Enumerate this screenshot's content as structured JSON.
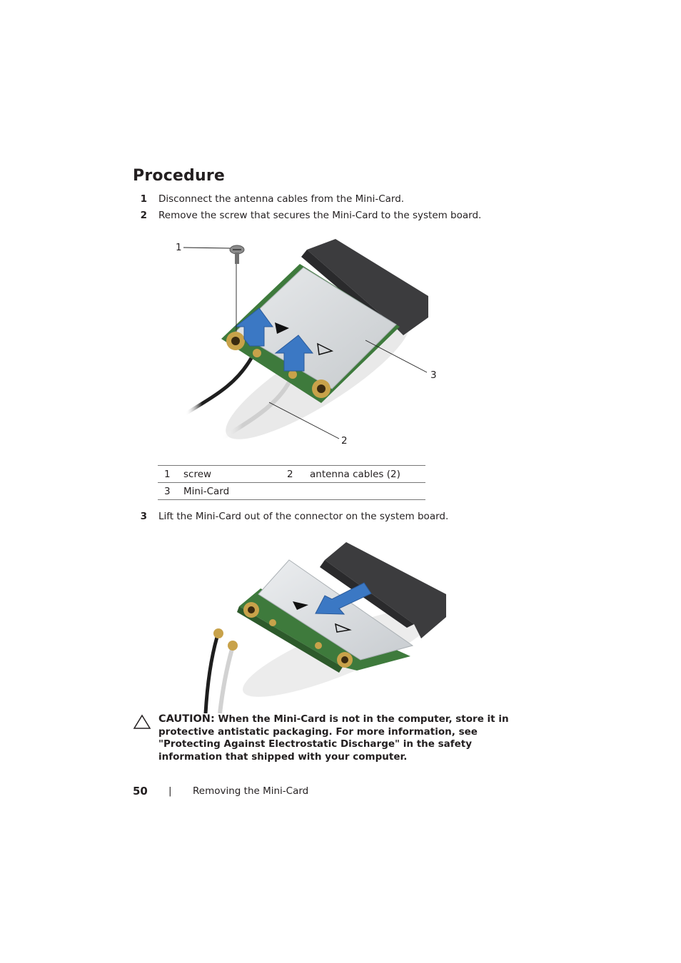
{
  "heading": "Procedure",
  "steps": [
    {
      "num": "1",
      "text": "Disconnect the antenna cables from the Mini-Card."
    },
    {
      "num": "2",
      "text": "Remove the screw that secures the Mini-Card to the system board."
    },
    {
      "num": "3",
      "text": "Lift the Mini-Card out of the connector on the system board."
    }
  ],
  "figure1": {
    "callouts": [
      "1",
      "2",
      "3"
    ]
  },
  "legend": {
    "rows": [
      {
        "n1": "1",
        "l1": "screw",
        "n2": "2",
        "l2": "antenna cables (2)"
      },
      {
        "n1": "3",
        "l1": "Mini-Card",
        "n2": "",
        "l2": ""
      }
    ]
  },
  "caution": {
    "label": "CAUTION:",
    "text": "When the Mini-Card is not in the computer, store it in protective antistatic packaging. For more information, see \"Protecting Against Electrostatic Discharge\" in the safety information that shipped with your computer."
  },
  "footer": {
    "page_number": "50",
    "separator": "|",
    "section": "Removing the Mini-Card"
  },
  "colors": {
    "arrow": "#3b78c4",
    "card": "#d9dcdf",
    "pcb": "#3e7a3c",
    "gold": "#c8a24a",
    "connector": "#3c3c3e"
  }
}
